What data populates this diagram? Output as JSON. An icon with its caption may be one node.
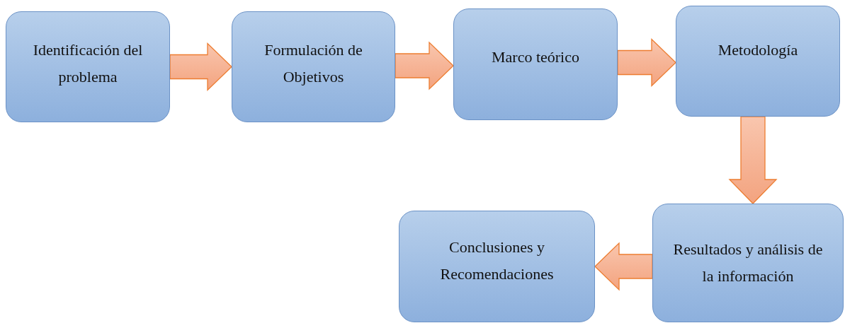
{
  "diagram": {
    "nodes": [
      {
        "text": [
          "Identificación del problema"
        ]
      },
      {
        "text": [
          "Formulación de Objetivos"
        ]
      },
      {
        "text": [
          "Marco teórico"
        ]
      },
      {
        "text": [
          "Metodología"
        ]
      },
      {
        "text": [
          "Resultados y análisis de la información"
        ]
      },
      {
        "text": [
          "Conclusiones y Recomendaciones"
        ]
      }
    ],
    "edges": [
      {
        "from": 0,
        "to": 1,
        "arrow": "to"
      },
      {
        "from": 1,
        "to": 2,
        "arrow": "to"
      },
      {
        "from": 2,
        "to": 3,
        "arrow": "to"
      },
      {
        "from": 3,
        "to": 4,
        "arrow": "to"
      },
      {
        "from": 4,
        "to": 5,
        "arrow": "to"
      }
    ]
  }
}
